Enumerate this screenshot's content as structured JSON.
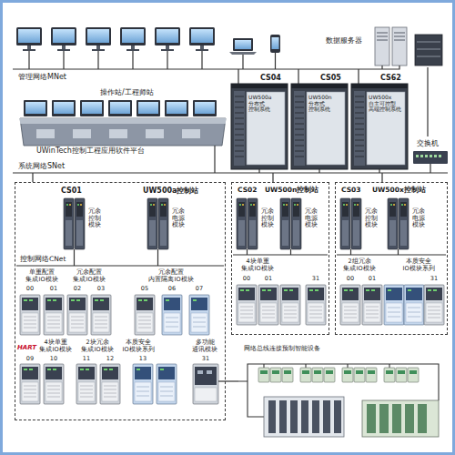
{
  "diagram": {
    "nodes": [
      {
        "text": [
          "数据服务器"
        ]
      },
      {
        "text": [
          "操作站/工程师站",
          "UWinTech控制工程应用软件平台"
        ]
      },
      {
        "text": [
          "CS04",
          "UW500a 分布式 控制系统"
        ]
      },
      {
        "text": [
          "CS05",
          "UW500n 分布式 控制系统"
        ]
      },
      {
        "text": [
          "CS62",
          "UW500x 自主可控型 高端控制系统"
        ]
      },
      {
        "text": [
          "交换机"
        ]
      },
      {
        "text": [
          "CS01",
          "UW500a控制站"
        ]
      },
      {
        "text": [
          "冗余 控制 模块"
        ],
        "in": 6
      },
      {
        "text": [
          "冗余 电源 模块"
        ],
        "in": 6
      },
      {
        "text": [
          "CS02",
          "UW500n控制站"
        ]
      },
      {
        "text": [
          "冗余 控制 模块"
        ],
        "in": 9
      },
      {
        "text": [
          "冗余 电源 模块"
        ],
        "in": 9
      },
      {
        "text": [
          "CS03",
          "UW500x控制站"
        ]
      },
      {
        "text": [
          "冗余 控制 模块"
        ],
        "in": 12
      },
      {
        "text": [
          "冗余 电源 模块"
        ],
        "in": 12
      },
      {
        "text": [
          "网络总线连接预制智能设备"
        ]
      }
    ],
    "edges": [
      {
        "from": 0,
        "to": 5,
        "arrow": "none"
      },
      {
        "from": 6,
        "to": 15,
        "arrow": "none"
      }
    ],
    "labels": [
      "管理网络MNet",
      "系统网络SNet",
      "控制网络CNet",
      "单重配置 集成IO模块",
      "冗余配置 集成IO模块",
      "冗余配置 内置隔离IO模块",
      "00",
      "01",
      "02",
      "03",
      "05",
      "06",
      "07",
      "HART",
      "4块单重 集成IO模块",
      "2块冗余 集成IO模块",
      "本质安全 IO模块系列",
      "多功能 通讯模块",
      "09",
      "10",
      "11",
      "12",
      "13",
      "31",
      "4块单重 集成IO模块",
      "00",
      "01",
      "31",
      "2组冗余 集成IO模块",
      "本质安全 IO模块系列",
      "00",
      "01",
      "31"
    ]
  }
}
